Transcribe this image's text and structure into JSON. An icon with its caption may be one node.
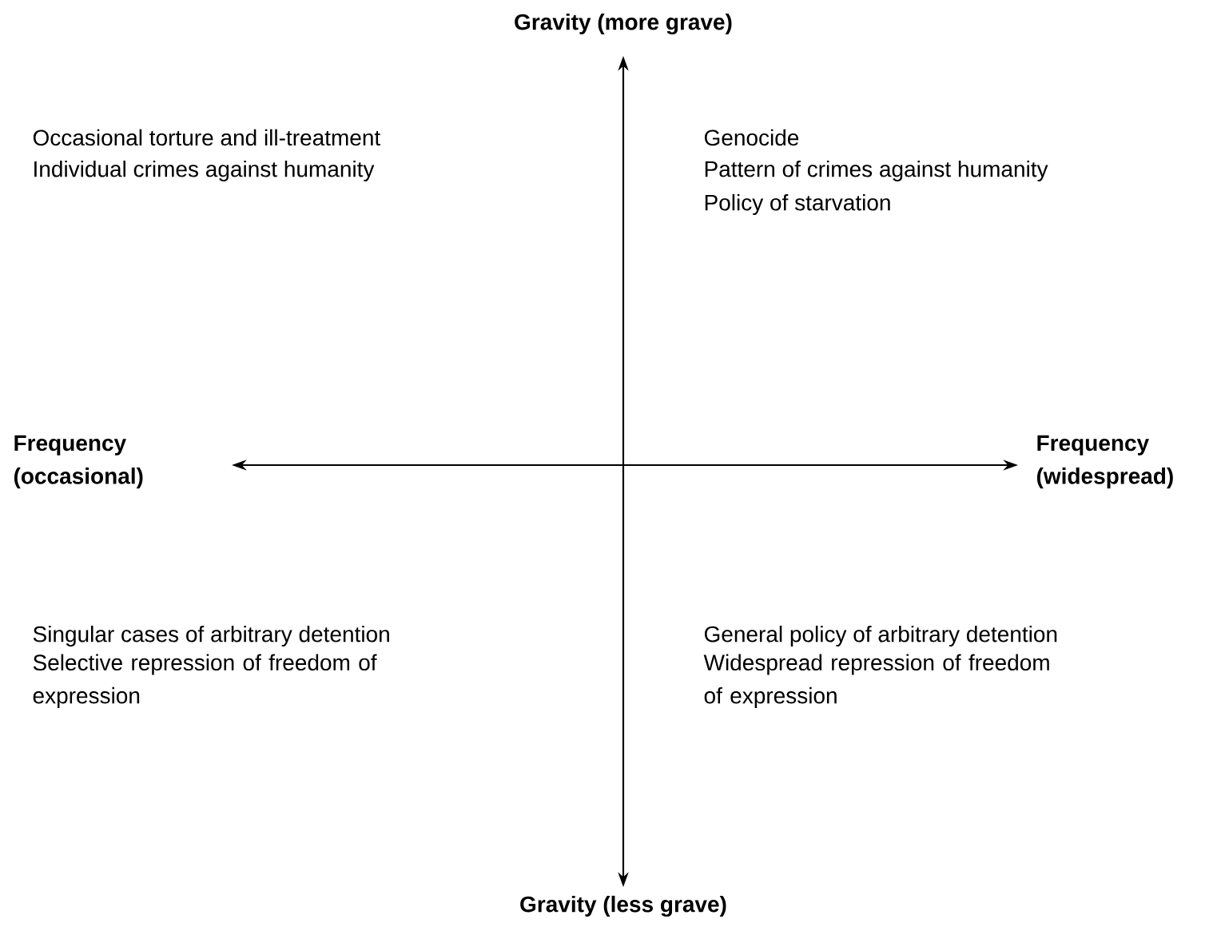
{
  "diagram": {
    "labels": [
      "Gravity (more grave)",
      "Occasional torture and ill-treatment",
      "Individual crimes against humanity",
      "Genocide",
      "Pattern of crimes against humanity",
      "Policy of starvation",
      "Frequency (occasional)",
      "Frequency (widespread)",
      "Singular cases of arbitrary detention",
      "Selective repression of freedom of expression",
      "General policy of arbitrary detention",
      "Widespread repression of freedom of expression",
      "Gravity (less grave)"
    ]
  }
}
